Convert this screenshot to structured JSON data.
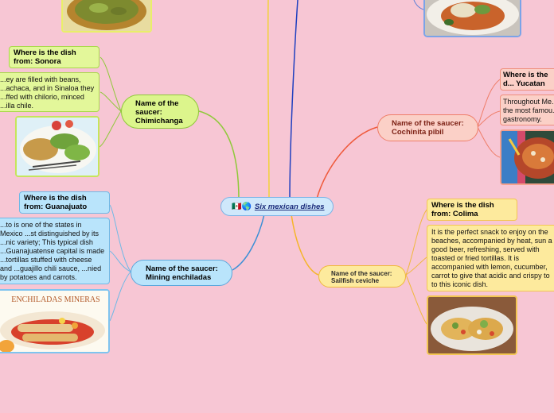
{
  "central": {
    "flags": "🇲🇽🌎",
    "title": "Six mexican dishes"
  },
  "green": {
    "main": "Name of the saucer: Chimichanga",
    "where": "Where is the dish from: Sonora",
    "desc": "...ey are filled with beans, ...achaca, and in Sinaloa they ...ffed with chilorio, minced ...illa chile."
  },
  "blue": {
    "main": "Name of the saucer: Mining enchiladas",
    "where": "Where is the dish from: Guanajuato",
    "desc": "...to is one of the states in Mexico ...st distinguished by its ...nic variety; This typical dish ...Guanajuatense capital is made ...tortillas stuffed with cheese and ...guajillo chili sauce, ...nied by potatoes and carrots.",
    "image_text": "ENCHILADAS MINERAS"
  },
  "red": {
    "main": "Name of the saucer: Cochinita pibil",
    "where": "Where is the d... Yucatan",
    "desc": "Throughout Me... the most famou... gastronomy."
  },
  "orange": {
    "main": "Name of the saucer: Sailfish ceviche",
    "where": "Where is the dish from: Colima",
    "desc": "It is the perfect snack to enjoy on the beaches, accompanied by heat, sun a good beer, refreshing, served with toasted or fried tortillas. It is accompanied with lemon, cucumber, carrot to give that acidic and crispy to to this iconic dish."
  },
  "colors": {
    "background": "#f7c6d4",
    "green": "#8fc93a",
    "blue": "#3a8fd6",
    "red": "#ef5a3c",
    "orange": "#f5b52a",
    "yellow": "#f2d23a",
    "navy": "#1f3fbf"
  }
}
